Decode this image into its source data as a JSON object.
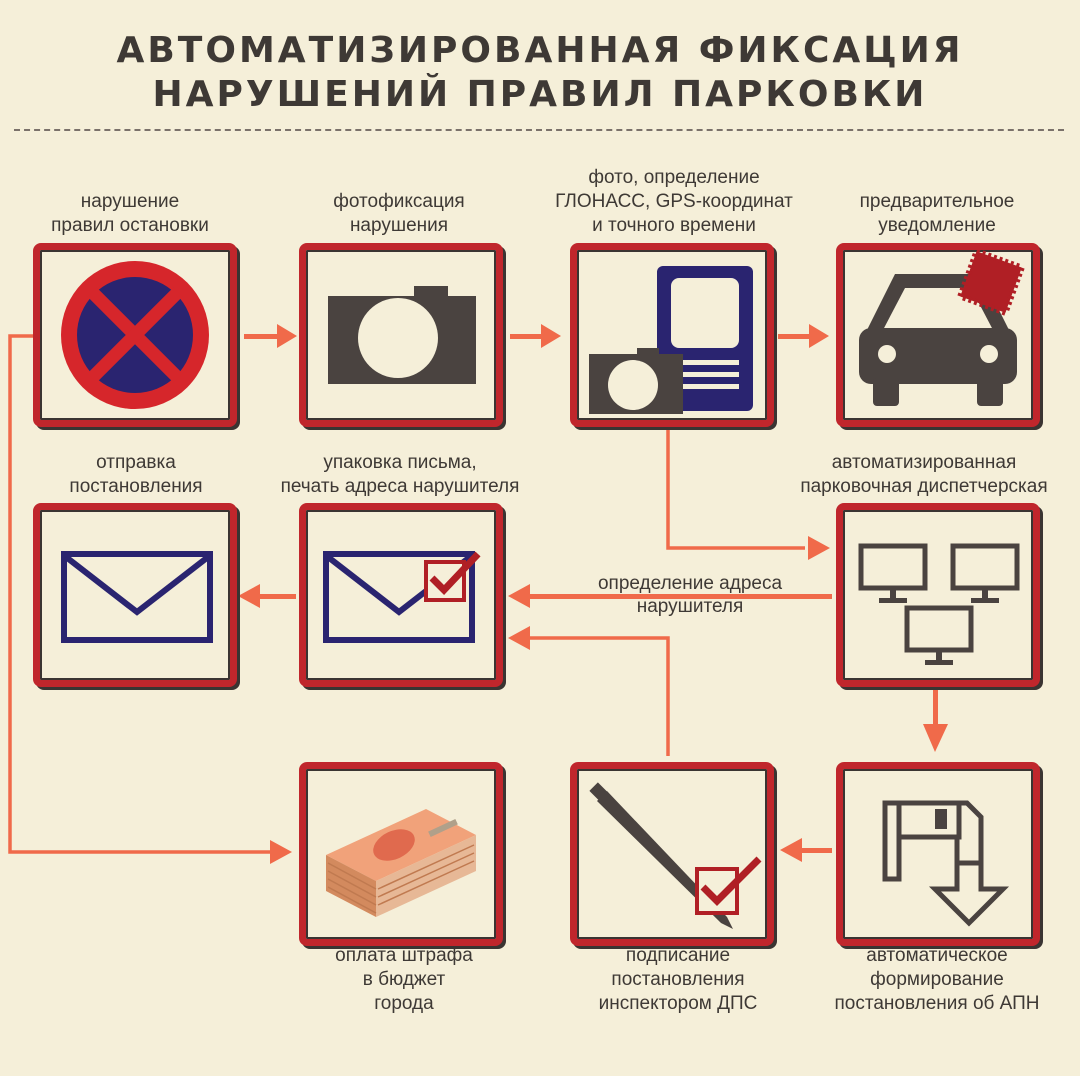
{
  "title": {
    "line1": "АВТОМАТИЗИРОВАННАЯ ФИКСАЦИЯ",
    "line2": "НАРУШЕНИЙ ПРАВИЛ ПАРКОВКИ"
  },
  "steps": {
    "violation": {
      "line1": "нарушение",
      "line2": "правил остановки",
      "icon": "no-stopping-sign-icon"
    },
    "photofix": {
      "line1": "фотофиксация",
      "line2": "нарушения",
      "icon": "camera-icon"
    },
    "photo_gps": {
      "line1": "фото, определение",
      "line2": "ГЛОНАСС, GPS-координат",
      "line3": "и точного времени",
      "icon": "camera-document-icon"
    },
    "notice": {
      "line1": "предварительное",
      "line2": "уведомление",
      "icon": "car-notice-icon"
    },
    "send": {
      "line1": "отправка",
      "line2": "постановления",
      "icon": "envelope-icon"
    },
    "pack": {
      "line1": "упаковка письма,",
      "line2": "печать адреса нарушителя",
      "icon": "envelope-check-icon"
    },
    "dispatch": {
      "line1": "автоматизированная",
      "line2": "парковочная диспетчерская",
      "icon": "monitors-icon"
    },
    "payment": {
      "line1": "оплата штрафа",
      "line2": "в бюджет",
      "line3": "города",
      "icon": "money-stack-icon"
    },
    "signing": {
      "line1": "подписание",
      "line2": "постановления",
      "line3": "инспектором ДПС",
      "icon": "pen-check-icon"
    },
    "forming": {
      "line1": "автоматическое",
      "line2": "формирование",
      "line3": "постановления об АПН",
      "icon": "floppy-download-icon"
    }
  },
  "address_label": {
    "line1": "определение адреса",
    "line2": "нарушителя"
  },
  "colors": {
    "background": "#f5efd9",
    "frame_red": "#c0262c",
    "arrow": "#f06a4a",
    "dark": "#4a4340",
    "navy": "#2a2470"
  }
}
